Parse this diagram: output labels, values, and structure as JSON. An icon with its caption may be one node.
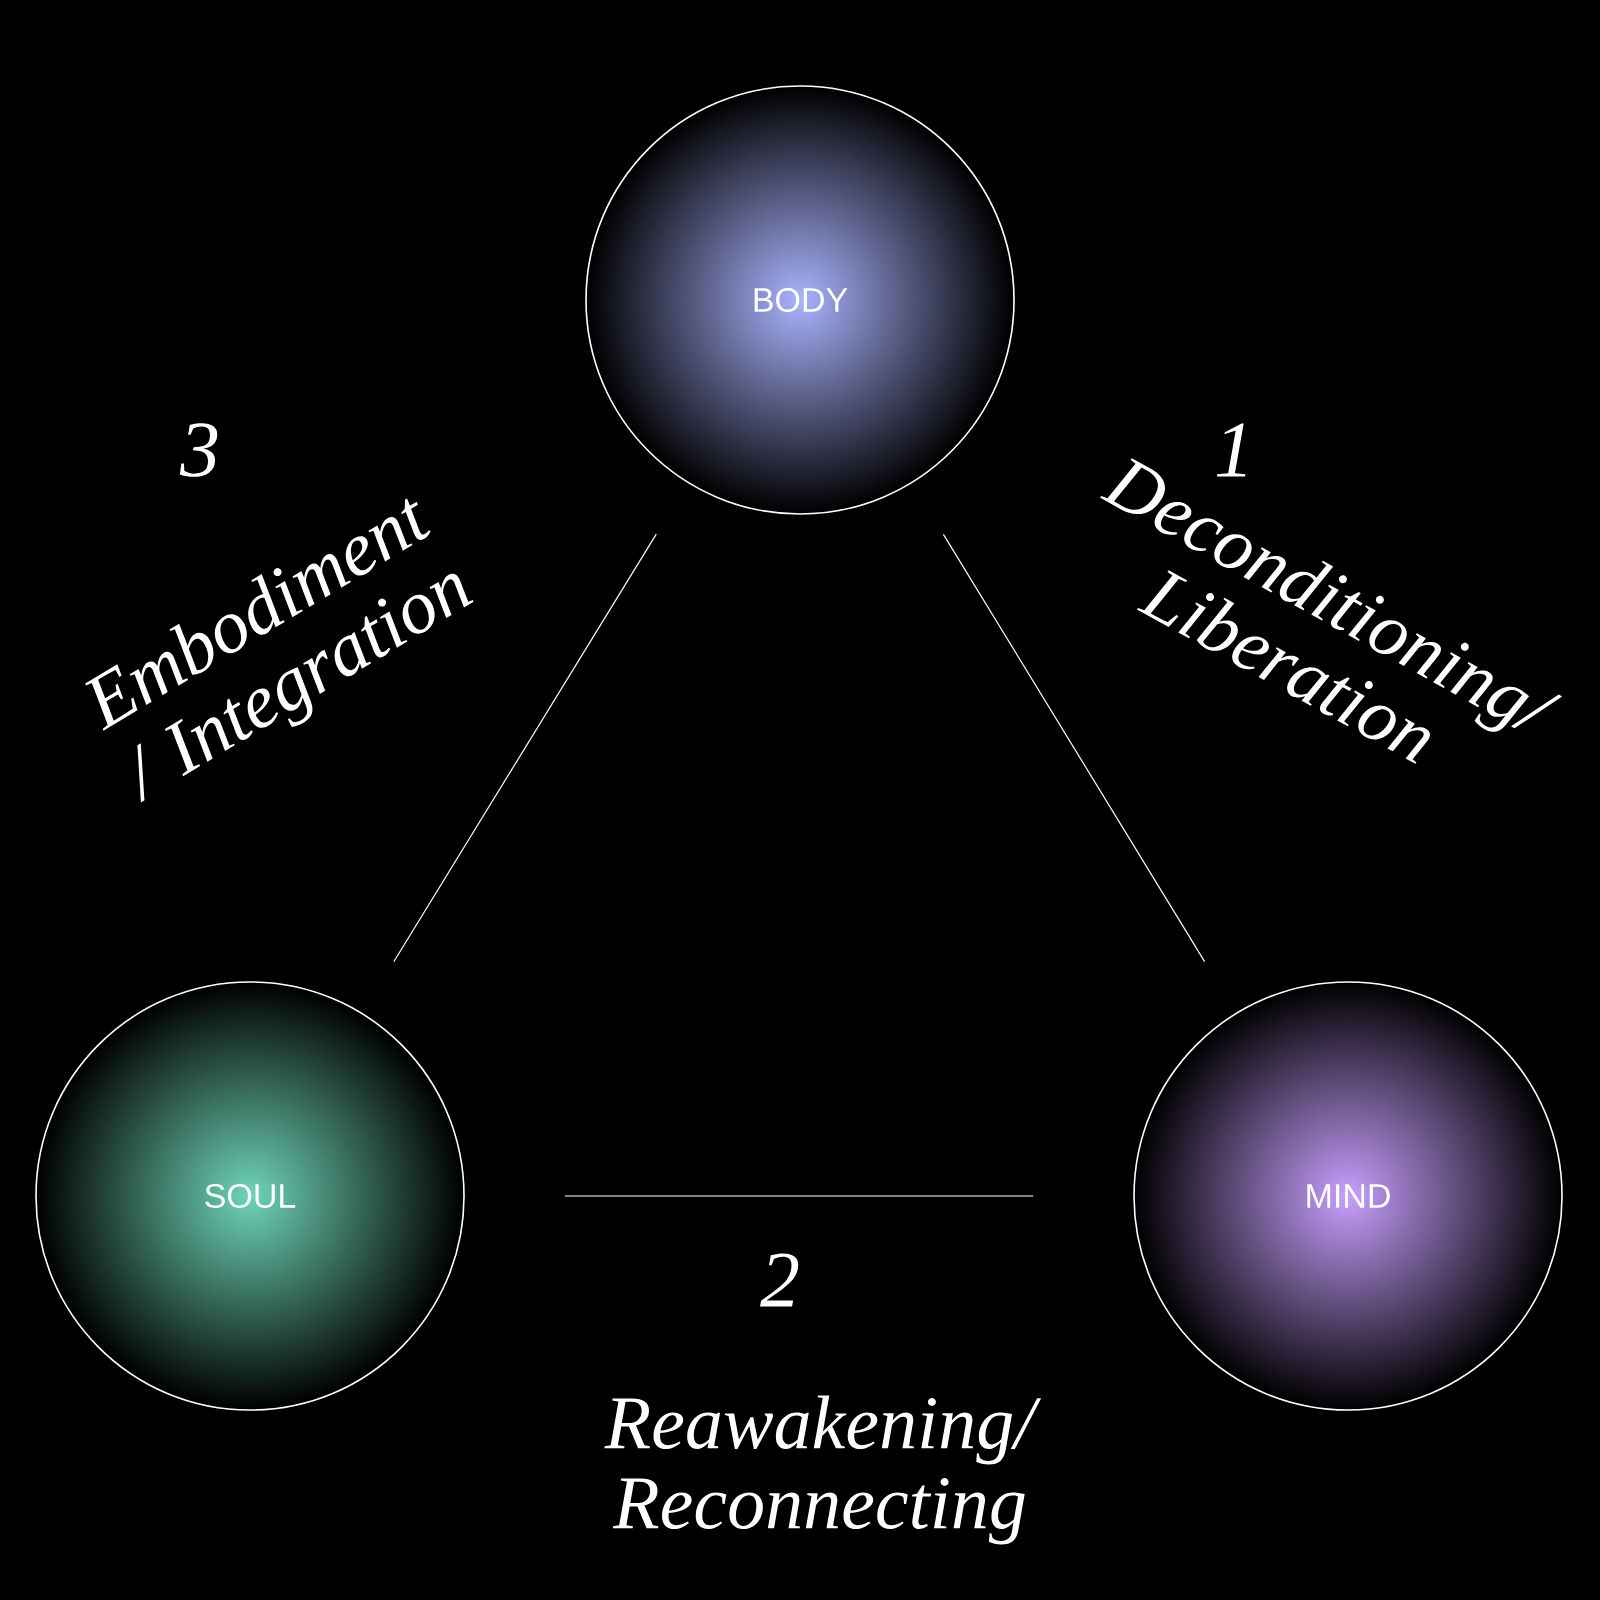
{
  "diagram": {
    "nodes": [
      {
        "text": [
          "BODY"
        ]
      },
      {
        "text": [
          "SOUL"
        ]
      },
      {
        "text": [
          "MIND"
        ]
      }
    ],
    "edges": [
      {
        "from": 0,
        "to": 2,
        "arrow": "none",
        "label": "Deconditioning/ Liberation"
      },
      {
        "from": 2,
        "to": 1,
        "arrow": "none",
        "label": "Reawakening/ Reconnecting"
      },
      {
        "from": 1,
        "to": 0,
        "arrow": "none",
        "label": "Embodiment / Integration"
      }
    ],
    "labels": [
      "3",
      "1",
      "2"
    ]
  }
}
